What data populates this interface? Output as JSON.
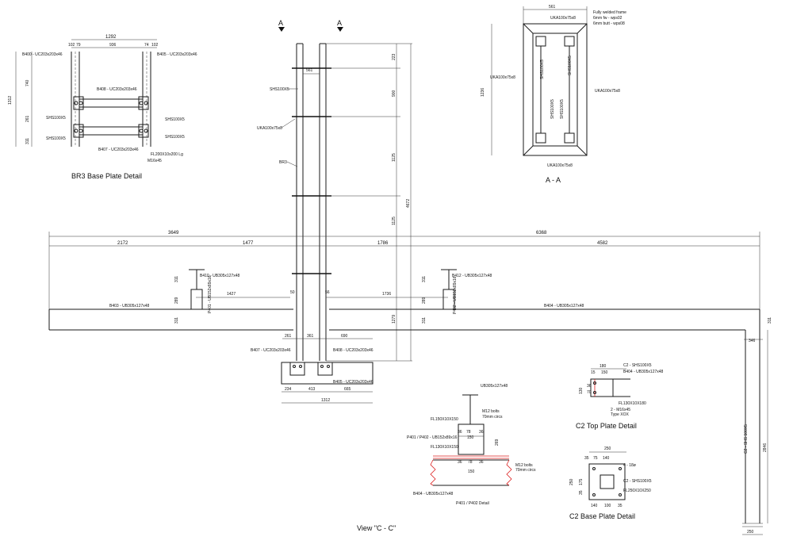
{
  "views": {
    "br3_title": "BR3 Base Plate Detail",
    "section_title": "A - A",
    "main_title": "View \"C - C\"",
    "c2_top_title": "C2 Top Plate Detail",
    "c2_base_title": "C2 Base Plate Detail",
    "p401_title": "P401 / P402 Detail",
    "section_marker": "A"
  },
  "br3": {
    "dims": {
      "overall": "1292",
      "d1": "102",
      "d2": "79",
      "d3": "936",
      "d4": "74",
      "d5": "102",
      "v_total": "1312",
      "v1": "740",
      "v2": "261",
      "v3": "311"
    },
    "labels": {
      "b400": "B400 - UC203x203x46",
      "b405": "B405 - UC203x203x46",
      "b408": "B408 - UC203x203x46",
      "b407": "B407 - UC203x203x46",
      "shs_l1": "SHS100X5",
      "shs_l2": "SHS100X5",
      "shs_r1": "SHS100X5",
      "shs_r2": "SHS100X5",
      "fl": "FL200X10x200 Lg",
      "m16": "M16x45"
    }
  },
  "section_aa": {
    "width": "561",
    "height": "1236",
    "note1": "Fully welded frame",
    "note2": "6mm fw - wps02",
    "note3": "6mm butt - wps08",
    "uka_top": "UKA100x75x8",
    "uka_left": "UKA100x75x8",
    "uka_right": "UKA100x75x8",
    "uka_bottom": "UKA100x75x8",
    "shs1": "SHS100X5",
    "shs2": "SHS100X5",
    "shs3": "SHS100X5",
    "shs4": "SHS100X5"
  },
  "main": {
    "col_dims": {
      "w561": "561",
      "d223": "223",
      "d900": "900",
      "d1125a": "1125",
      "d1125b": "1125",
      "d1279": "1279",
      "d4672": "4672"
    },
    "col_labels": {
      "shs": "SHS100X5",
      "uka": "UKA100x75x8",
      "br3": "BR3"
    },
    "beam_dims": {
      "d3649": "3649",
      "d6368": "6368",
      "d2172": "2172",
      "d1477": "1477",
      "d1786": "1786",
      "d4582": "4582",
      "d1427": "1427",
      "d1736": "1736",
      "d50": "50",
      "d56": "56",
      "d311a": "311",
      "d289a": "289",
      "d311b": "311",
      "d311c": "311",
      "d289b": "289",
      "d311d": "311",
      "d311e": "311"
    },
    "beam_labels": {
      "b410": "B410 - UB305x127x48",
      "b412": "B412 - UB305x127x48",
      "b403": "B403 - UB305x127x48",
      "b404": "B404 - UB305x127x48",
      "p401": "P401 - UB152x89x16",
      "p402": "P402 - UB152x89x16"
    },
    "base_dims": {
      "d261": "261",
      "d361": "361",
      "d690": "690",
      "d234": "234",
      "d413": "413",
      "d665": "665",
      "d1312": "1312"
    },
    "base_labels": {
      "b407": "B407 - UC203x203x46",
      "b408": "B408 - UC203x203x46",
      "b405": "B405 - UC203x203x46"
    },
    "c2_label": "C2 - SHS 100X5",
    "c2_height": "2846",
    "c2_top": "346",
    "c2_bottom": "250"
  },
  "p401": {
    "top": "UB305x127x48",
    "m12a": "M12 bolts",
    "m12a2": "70mm circs",
    "fl150": "FL150X10X150",
    "p401": "P401 / P402 - UB152x89x16",
    "fl130": "FL130X10X150",
    "m12b": "M12 bolts",
    "m12b2": "70mm circs",
    "b404": "B404 - UB305x127x48",
    "d36a": "36",
    "d78a": "78",
    "d36b": "36",
    "d150a": "150",
    "d36c": "36",
    "d78b": "78",
    "d36d": "36",
    "d150b": "150",
    "d269": "269"
  },
  "c2_top": {
    "shs": "C2 - SHS100X5",
    "b404": "B404 - UB305x127x48",
    "fl": "FL130X10X180",
    "m16a": "2 - M16x45",
    "m16b": "Type XOX",
    "d180": "180",
    "d15": "15",
    "d150": "150",
    "d36": "36",
    "d130": "130",
    "d70": "70"
  },
  "c2_base": {
    "d250": "250",
    "d35": "35",
    "d75": "75",
    "d140": "140",
    "d250v": "250",
    "d175": "175",
    "d35v": "35",
    "d140b": "140",
    "d100": "100",
    "d35b": "35",
    "holes": "4 - 18ø",
    "shs": "C2 - SHS100X5",
    "fl": "FL250X10X250"
  }
}
